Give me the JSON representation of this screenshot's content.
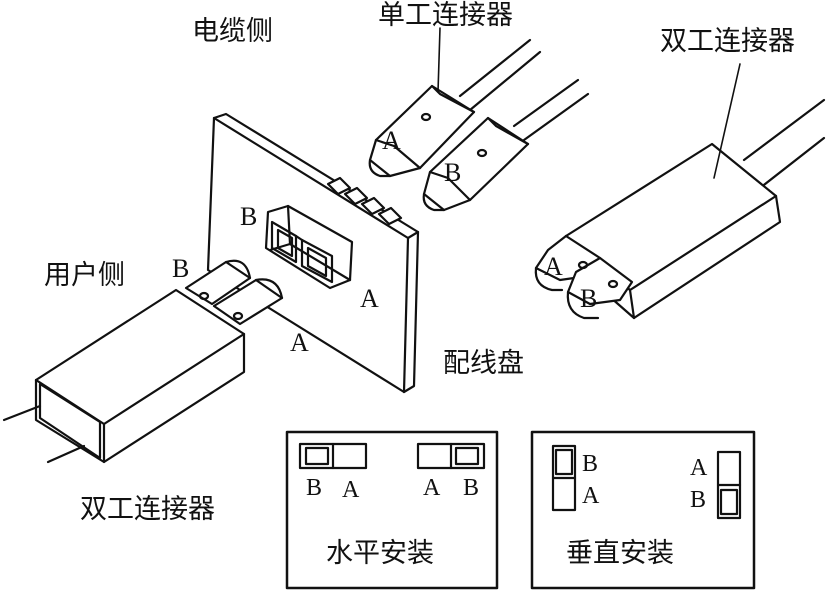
{
  "labels": {
    "cable_side": "电缆侧",
    "single_connector": "单工连接器",
    "duplex_connector_top": "双工连接器",
    "user_side": "用户侧",
    "patch_panel": "配线盘",
    "duplex_connector_bottom": "双工连接器",
    "horizontal_mount": "水平安装",
    "vertical_mount": "垂直安装"
  },
  "port_letters": {
    "panel_b": "B",
    "panel_a": "A",
    "single_a": "A",
    "single_b": "B",
    "duplex_right_a": "A",
    "duplex_right_b": "B",
    "duplex_left_b": "B",
    "duplex_left_a": "A",
    "horiz_left_b": "B",
    "horiz_left_a": "A",
    "horiz_right_a": "A",
    "horiz_right_b": "B",
    "vert_left_b": "B",
    "vert_left_a": "A",
    "vert_right_a": "A",
    "vert_right_b": "B"
  },
  "colors": {
    "line": "#111111",
    "background": "#ffffff"
  }
}
